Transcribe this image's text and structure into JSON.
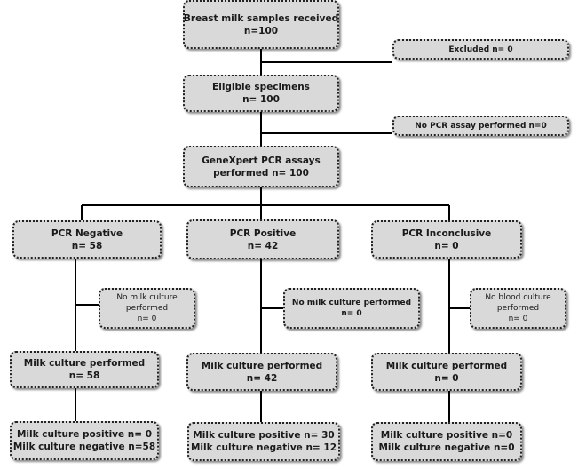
{
  "colors": {
    "box_fill": "#d9d9d9",
    "line": "#000000"
  },
  "diagram": {
    "received": {
      "line1": "Breast milk samples received",
      "line2": "n=100"
    },
    "excluded": {
      "text": "Excluded n= 0"
    },
    "eligible": {
      "line1": "Eligible specimens",
      "line2": "n= 100"
    },
    "no_pcr": {
      "text": "No PCR assay performed n=0"
    },
    "genexpert": {
      "line1": "GeneXpert PCR assays",
      "line2": "performed n= 100"
    },
    "pcr_negative": {
      "result": {
        "line1": "PCR Negative",
        "line2": "n= 58"
      },
      "no_culture": {
        "line1": "No milk culture",
        "line2": "performed",
        "line3": "n= 0"
      },
      "culture": {
        "line1": "Milk culture performed",
        "line2": "n= 58"
      },
      "outcome": {
        "line1": "Milk culture positive n= 0",
        "line2": "Milk culture negative n=58"
      }
    },
    "pcr_positive": {
      "result": {
        "line1": "PCR Positive",
        "line2": "n= 42"
      },
      "no_culture": {
        "line1": "No milk culture performed",
        "line2": "n= 0"
      },
      "culture": {
        "line1": "Milk culture performed",
        "line2": "n= 42"
      },
      "outcome": {
        "line1": "Milk culture positive n= 30",
        "line2": "Milk culture negative n= 12"
      }
    },
    "pcr_inconclusive": {
      "result": {
        "line1": "PCR Inconclusive",
        "line2": "n= 0"
      },
      "no_culture": {
        "line1": "No blood culture",
        "line2": "performed",
        "line3": "n= 0"
      },
      "culture": {
        "line1": "Milk culture performed",
        "line2": "n= 0"
      },
      "outcome": {
        "line1": "Milk culture positive n=0",
        "line2": "Milk culture negative n=0"
      }
    }
  }
}
